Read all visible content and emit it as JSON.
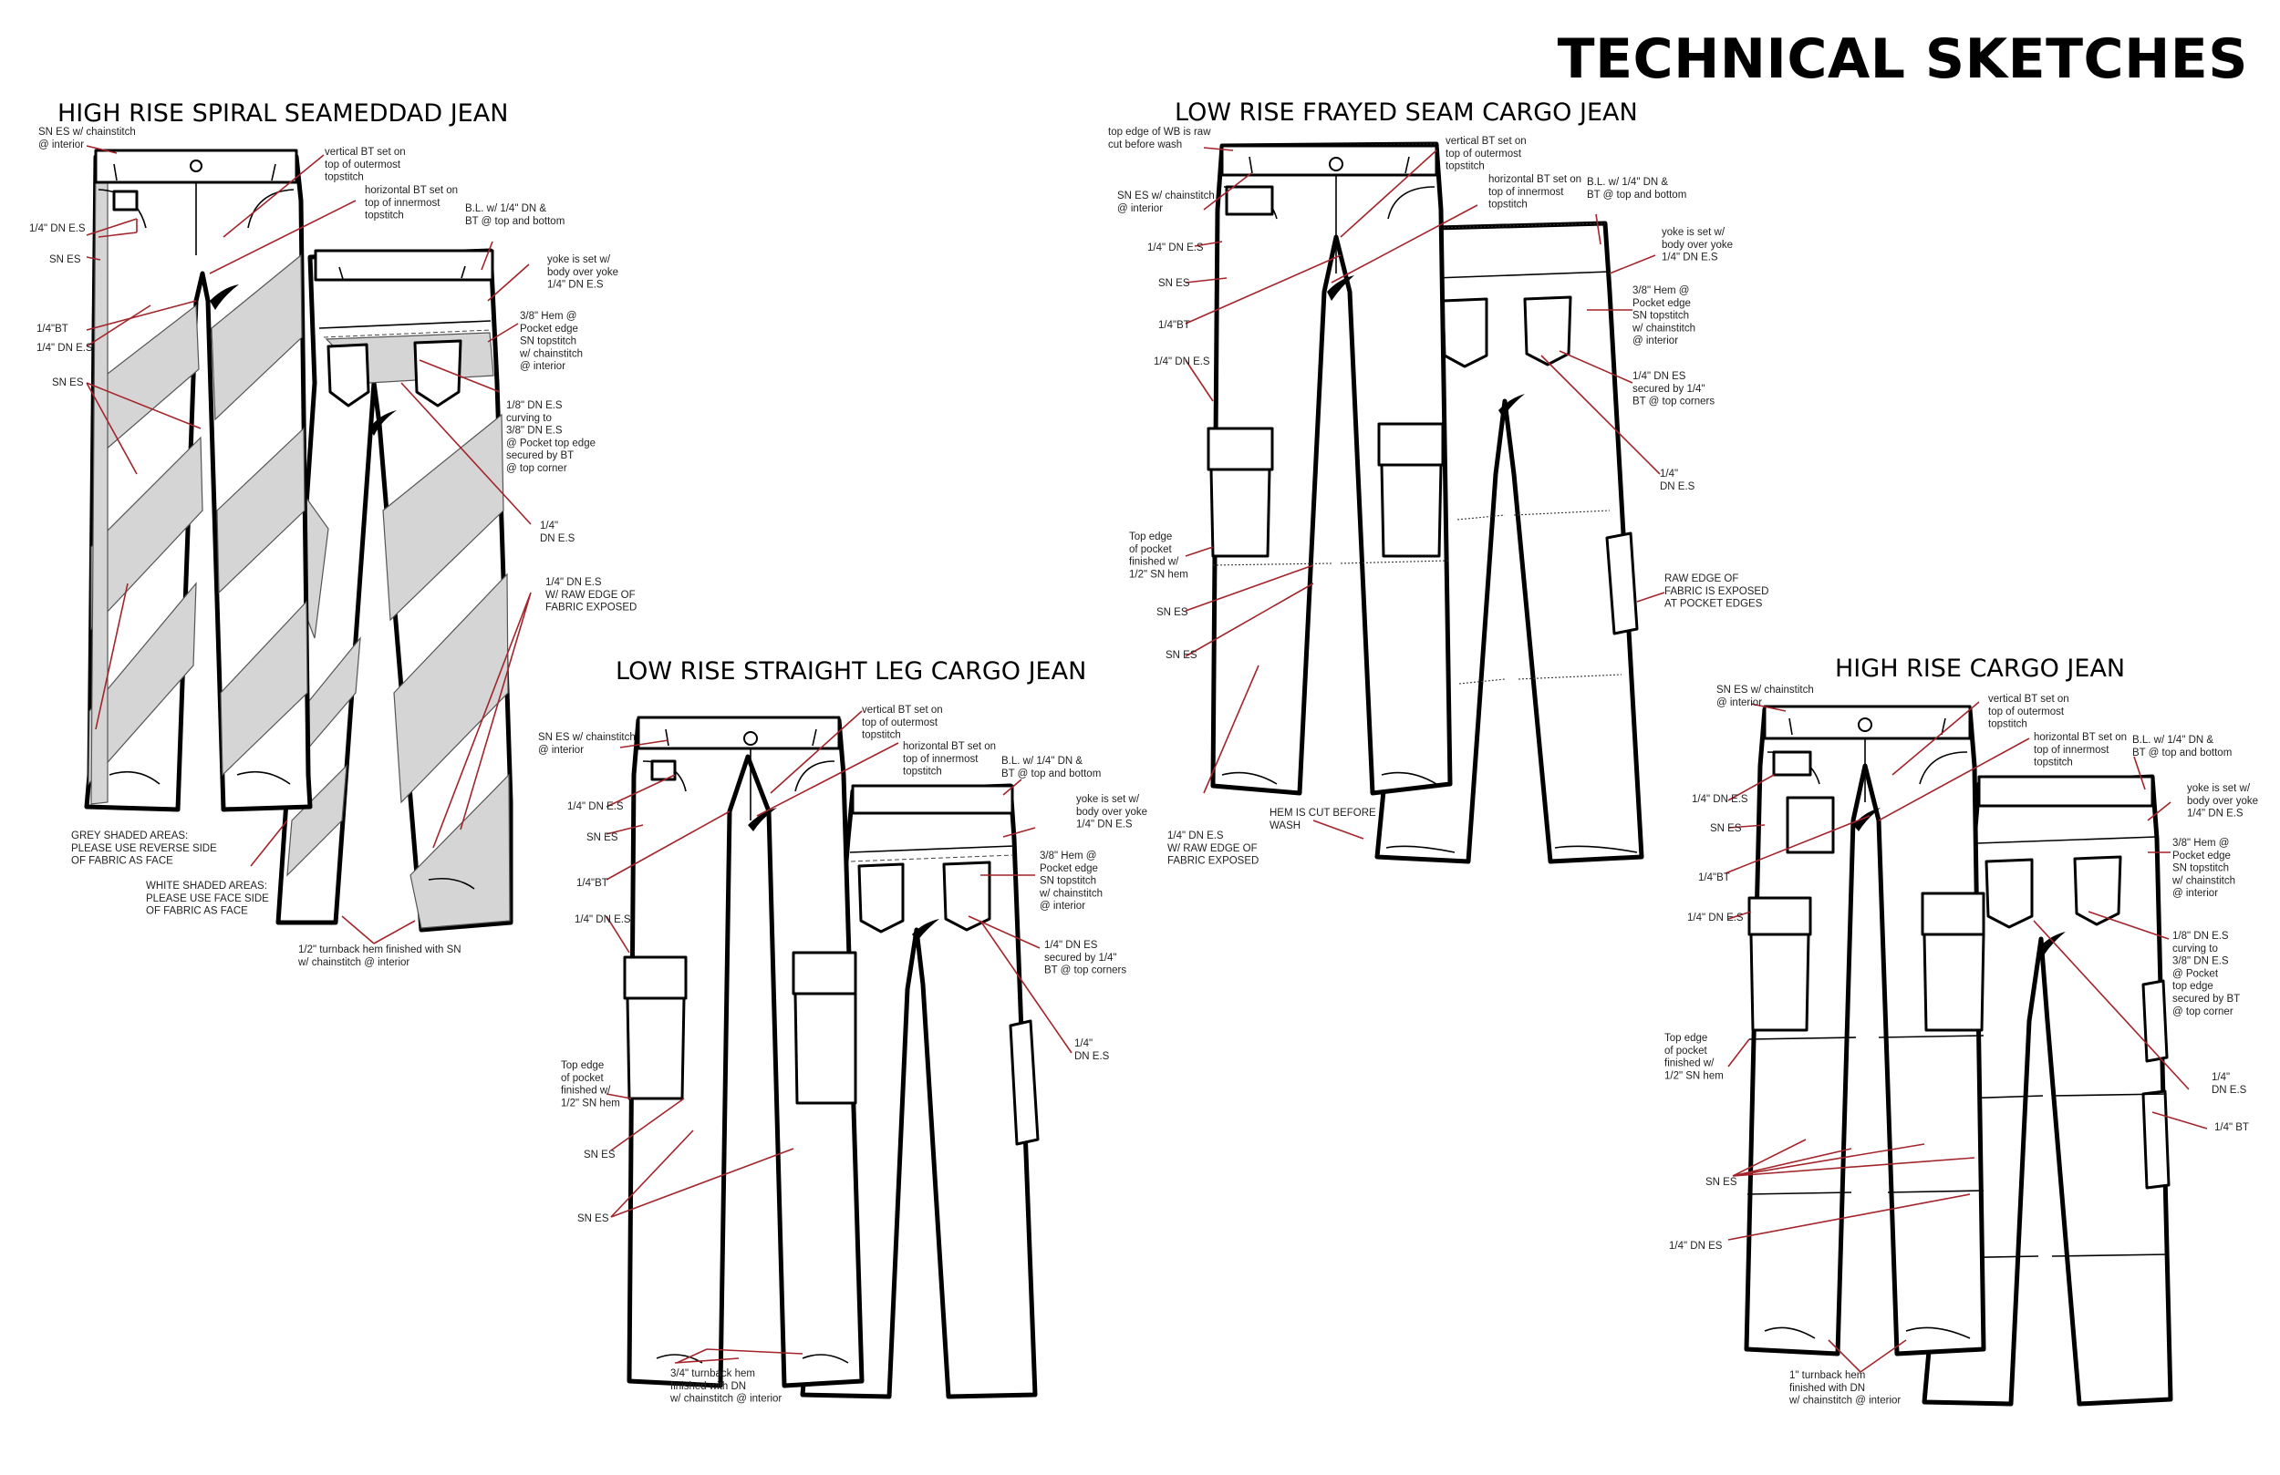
{
  "page_title": "TECHNICAL SKETCHES",
  "sketches": [
    {
      "title": "HIGH RISE SPIRAL SEAMEDDAD JEAN",
      "notes": [
        "SN ES w/ chainstitch\n@ interior",
        "1/4\" DN E.S",
        "SN ES",
        "1/4\"BT",
        "1/4\" DN E.S",
        "SN ES",
        "vertical BT set on\ntop of outermost\ntopstitch",
        "horizontal BT set on\ntop of innermost\ntopstitch",
        "B.L. w/ 1/4\" DN &\nBT @ top and bottom",
        "yoke is set w/\nbody over yoke\n1/4\" DN E.S",
        "3/8\" Hem @\nPocket edge\nSN topstitch\nw/ chainstitch\n@ interior",
        "1/8\" DN E.S\ncurving to\n3/8\" DN E.S\n@ Pocket top edge\nsecured by BT\n@ top corner",
        "1/4\"\nDN E.S",
        "1/4\" DN E.S\nW/ RAW EDGE OF\nFABRIC EXPOSED",
        "GREY SHADED AREAS:\nPLEASE USE REVERSE SIDE\nOF FABRIC AS FACE",
        "WHITE SHADED AREAS:\nPLEASE USE FACE SIDE\nOF FABRIC AS FACE",
        "1/2\" turnback hem finished with SN\nw/ chainstitch @ interior"
      ]
    },
    {
      "title": "LOW RISE STRAIGHT LEG CARGO JEAN",
      "notes": [
        "SN ES w/ chainstitch\n@ interior",
        "1/4\" DN E.S",
        "SN ES",
        "1/4\"BT",
        "1/4\" DN E.S",
        "Top edge\nof pocket\nfinished w/\n1/2\" SN hem",
        "SN ES",
        "SN ES",
        "vertical BT set on\ntop of outermost\ntopstitch",
        "horizontal BT set on\ntop of innermost\ntopstitch",
        "B.L. w/ 1/4\" DN &\nBT @ top and bottom",
        "yoke is set w/\nbody over yoke\n1/4\" DN E.S",
        "3/8\" Hem @\nPocket edge\nSN topstitch\nw/ chainstitch\n@ interior",
        "1/4\" DN ES\nsecured by 1/4\"\nBT @ top corners",
        "1/4\"\nDN E.S",
        "3/4\" turnback hem\nfinished with DN\nw/ chainstitch @ interior"
      ]
    },
    {
      "title": "LOW RISE FRAYED SEAM CARGO JEAN",
      "notes": [
        "top edge of WB is raw\ncut before wash",
        "SN ES w/ chainstitch\n@ interior",
        "1/4\" DN E.S",
        "SN ES",
        "1/4\"BT",
        "1/4\" DN E.S",
        "Top edge\nof pocket\nfinished w/\n1/2\" SN hem",
        "SN ES",
        "SN ES",
        "1/4\" DN E.S\nW/ RAW EDGE OF\nFABRIC EXPOSED",
        "vertical BT set on\ntop of outermost\ntopstitch",
        "horizontal BT set on\ntop of innermost\ntopstitch",
        "B.L. w/ 1/4\" DN &\nBT @ top and bottom",
        "yoke is set w/\nbody over yoke\n1/4\" DN E.S",
        "3/8\" Hem @\nPocket edge\nSN topstitch\nw/ chainstitch\n@ interior",
        "1/4\" DN ES\nsecured by 1/4\"\nBT @ top corners",
        "1/4\"\nDN E.S",
        "RAW EDGE OF\nFABRIC IS EXPOSED\nAT POCKET EDGES",
        "HEM IS CUT BEFORE\nWASH"
      ]
    },
    {
      "title": "HIGH RISE CARGO JEAN",
      "notes": [
        "SN ES w/ chainstitch\n@ interior",
        "1/4\" DN E.S",
        "SN ES",
        "1/4\"BT",
        "1/4\" DN E.S",
        "Top edge\nof pocket\nfinished w/\n1/2\" SN hem",
        "SN ES",
        "1/4\" DN ES",
        "1\" turnback hem\nfinished with DN\nw/ chainstitch @ interior",
        "vertical BT set on\ntop of outermost\ntopstitch",
        "horizontal BT set on\ntop of innermost\ntopstitch",
        "B.L. w/ 1/4\" DN &\nBT @ top and bottom",
        "yoke is set w/\nbody over yoke\n1/4\" DN E.S",
        "3/8\" Hem @\nPocket edge\nSN topstitch\nw/ chainstitch\n@ interior",
        "1/8\" DN E.S\ncurving to\n3/8\" DN E.S\n@ Pocket\ntop edge\nsecured by BT\n@ top corner",
        "1/4\"\nDN E.S",
        "1/4\" BT"
      ]
    }
  ]
}
